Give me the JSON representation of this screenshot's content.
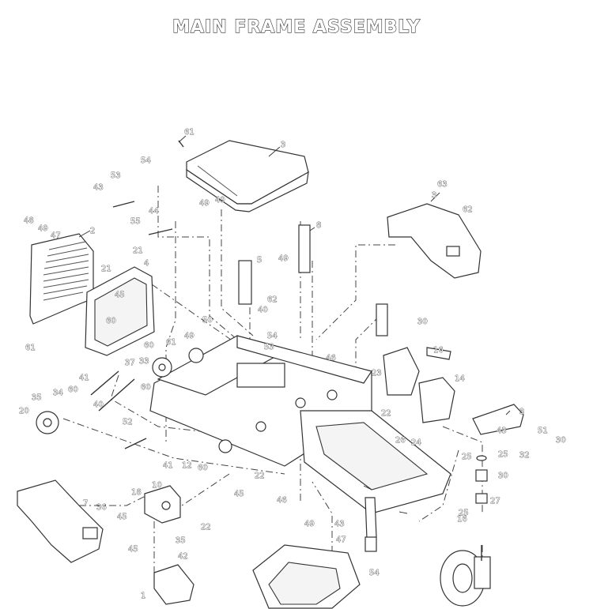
{
  "title": "MAIN FRAME ASSEMBLY",
  "callouts": [
    "61",
    "3",
    "54",
    "53",
    "43",
    "49",
    "49",
    "44",
    "55",
    "48",
    "49",
    "47",
    "2",
    "21",
    "4",
    "21",
    "5",
    "8",
    "49",
    "62",
    "3",
    "63",
    "62",
    "40",
    "45",
    "61",
    "60",
    "50",
    "54",
    "53",
    "30",
    "46",
    "41",
    "61",
    "49",
    "60",
    "16",
    "23",
    "14",
    "37",
    "33",
    "60",
    "35",
    "34",
    "60",
    "40",
    "22",
    "3",
    "43",
    "24",
    "51",
    "30",
    "32",
    "52",
    "20",
    "26",
    "25",
    "30",
    "27",
    "25",
    "41",
    "12",
    "60",
    "45",
    "22",
    "10",
    "18",
    "36",
    "45",
    "22",
    "35",
    "45",
    "42",
    "25",
    "16",
    "49",
    "43",
    "47",
    "7",
    "1",
    "46",
    "54"
  ]
}
